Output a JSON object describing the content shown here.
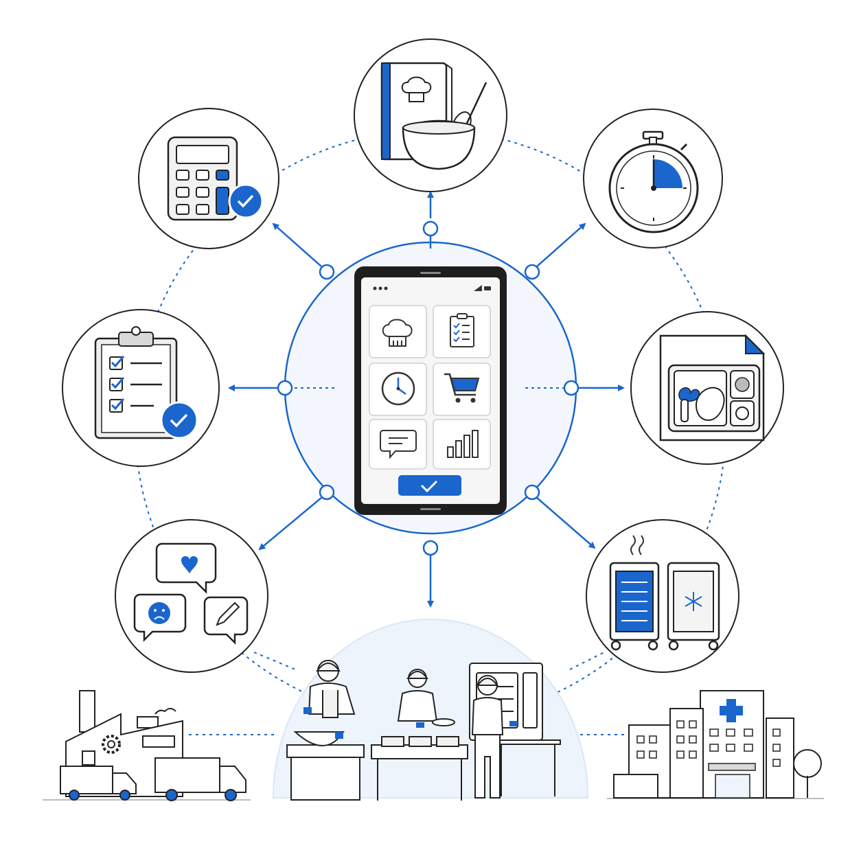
{
  "colors": {
    "accent": "#1a66cc",
    "ink": "#222222",
    "soft_fill": "#eef4fc",
    "light_gray": "#f2f2f2",
    "mid_gray": "#cfcfcf"
  },
  "hub": {
    "device": "tablet",
    "app_tiles": [
      {
        "icon": "chef-hat-icon"
      },
      {
        "icon": "checklist-icon"
      },
      {
        "icon": "clock-icon"
      },
      {
        "icon": "shopping-cart-icon"
      },
      {
        "icon": "chat-bubble-icon"
      },
      {
        "icon": "bar-chart-icon"
      }
    ],
    "confirm_button_icon": "checkmark-icon"
  },
  "satellites": [
    {
      "id": "recipes",
      "icon": "recipe-book-whisk-bowl-icon"
    },
    {
      "id": "timing",
      "icon": "stopwatch-icon"
    },
    {
      "id": "menu-tray",
      "icon": "meal-tray-document-icon"
    },
    {
      "id": "transport-carts",
      "icon": "hot-cold-food-carts-icon"
    },
    {
      "id": "feedback",
      "icon": "feedback-bubbles-icon"
    },
    {
      "id": "checklist",
      "icon": "clipboard-checklist-icon"
    },
    {
      "id": "costing",
      "icon": "calculator-check-icon"
    }
  ],
  "bottom_scene": {
    "left": "factory-with-delivery-trucks-icon",
    "center": "central-kitchen-staff-icon",
    "right": "hospital-building-icon"
  }
}
